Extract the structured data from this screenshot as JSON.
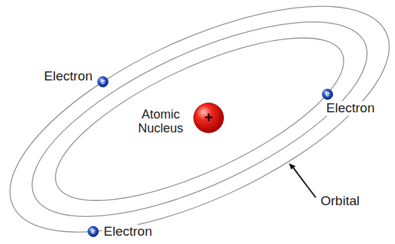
{
  "diagram": {
    "nodes": [
      {
        "text": [
          "Electron",
          "e"
        ]
      },
      {
        "text": [
          "Atomic Nucleus",
          "+"
        ]
      },
      {
        "text": [
          "Electron",
          "e"
        ]
      },
      {
        "text": [
          "Electron",
          "e"
        ]
      }
    ],
    "labels": [
      "Orbital"
    ]
  }
}
